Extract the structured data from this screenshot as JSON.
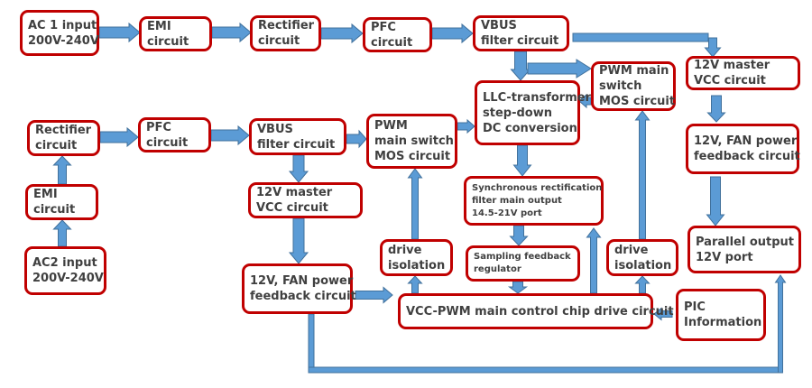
{
  "colors": {
    "box_border": "#c00000",
    "arrow_fill": "#5b9bd5",
    "arrow_stroke": "#41719c",
    "text": "#404040"
  },
  "boxes": {
    "ac1_input": [
      "AC 1 input",
      "200V-240V"
    ],
    "emi1": [
      "EMI",
      "circuit"
    ],
    "rectifier1": [
      "Rectifier",
      "circuit"
    ],
    "pfc1": [
      "PFC",
      "circuit"
    ],
    "vbus1": [
      "VBUS",
      "filter circuit"
    ],
    "pwm_mos_right": [
      "PWM main",
      "switch",
      "MOS circuit"
    ],
    "vcc_master_right": [
      "12V master",
      "VCC circuit"
    ],
    "llc": [
      "LLC-transformer",
      "step-down",
      "DC conversion"
    ],
    "rectifier2": [
      "Rectifier",
      "circuit"
    ],
    "pfc2": [
      "PFC",
      "circuit"
    ],
    "vbus2": [
      "VBUS",
      "filter circuit"
    ],
    "pwm_mos_left": [
      "PWM",
      "main switch",
      "MOS circuit"
    ],
    "fan_feedback_right": [
      "12V, FAN power",
      "feedback circuit"
    ],
    "emi2": [
      "EMI",
      "circuit"
    ],
    "vcc_master_left": [
      "12V master",
      "VCC circuit"
    ],
    "sync_rect": [
      "Synchronous rectification",
      "filter main output",
      "14.5-21V port"
    ],
    "drive_iso_left": [
      "drive",
      "isolation"
    ],
    "sampling": [
      "Sampling feedback",
      "regulator"
    ],
    "drive_iso_right": [
      "drive",
      "isolation"
    ],
    "parallel_output": [
      "Parallel output",
      "12V port"
    ],
    "ac2_input": [
      "AC2 input",
      "200V-240V"
    ],
    "fan_feedback_left": [
      "12V, FAN power",
      "feedback circuit"
    ],
    "pic": [
      "PIC",
      "Information"
    ],
    "vcc_pwm_chip": [
      "VCC-PWM main control chip drive circuit"
    ]
  }
}
